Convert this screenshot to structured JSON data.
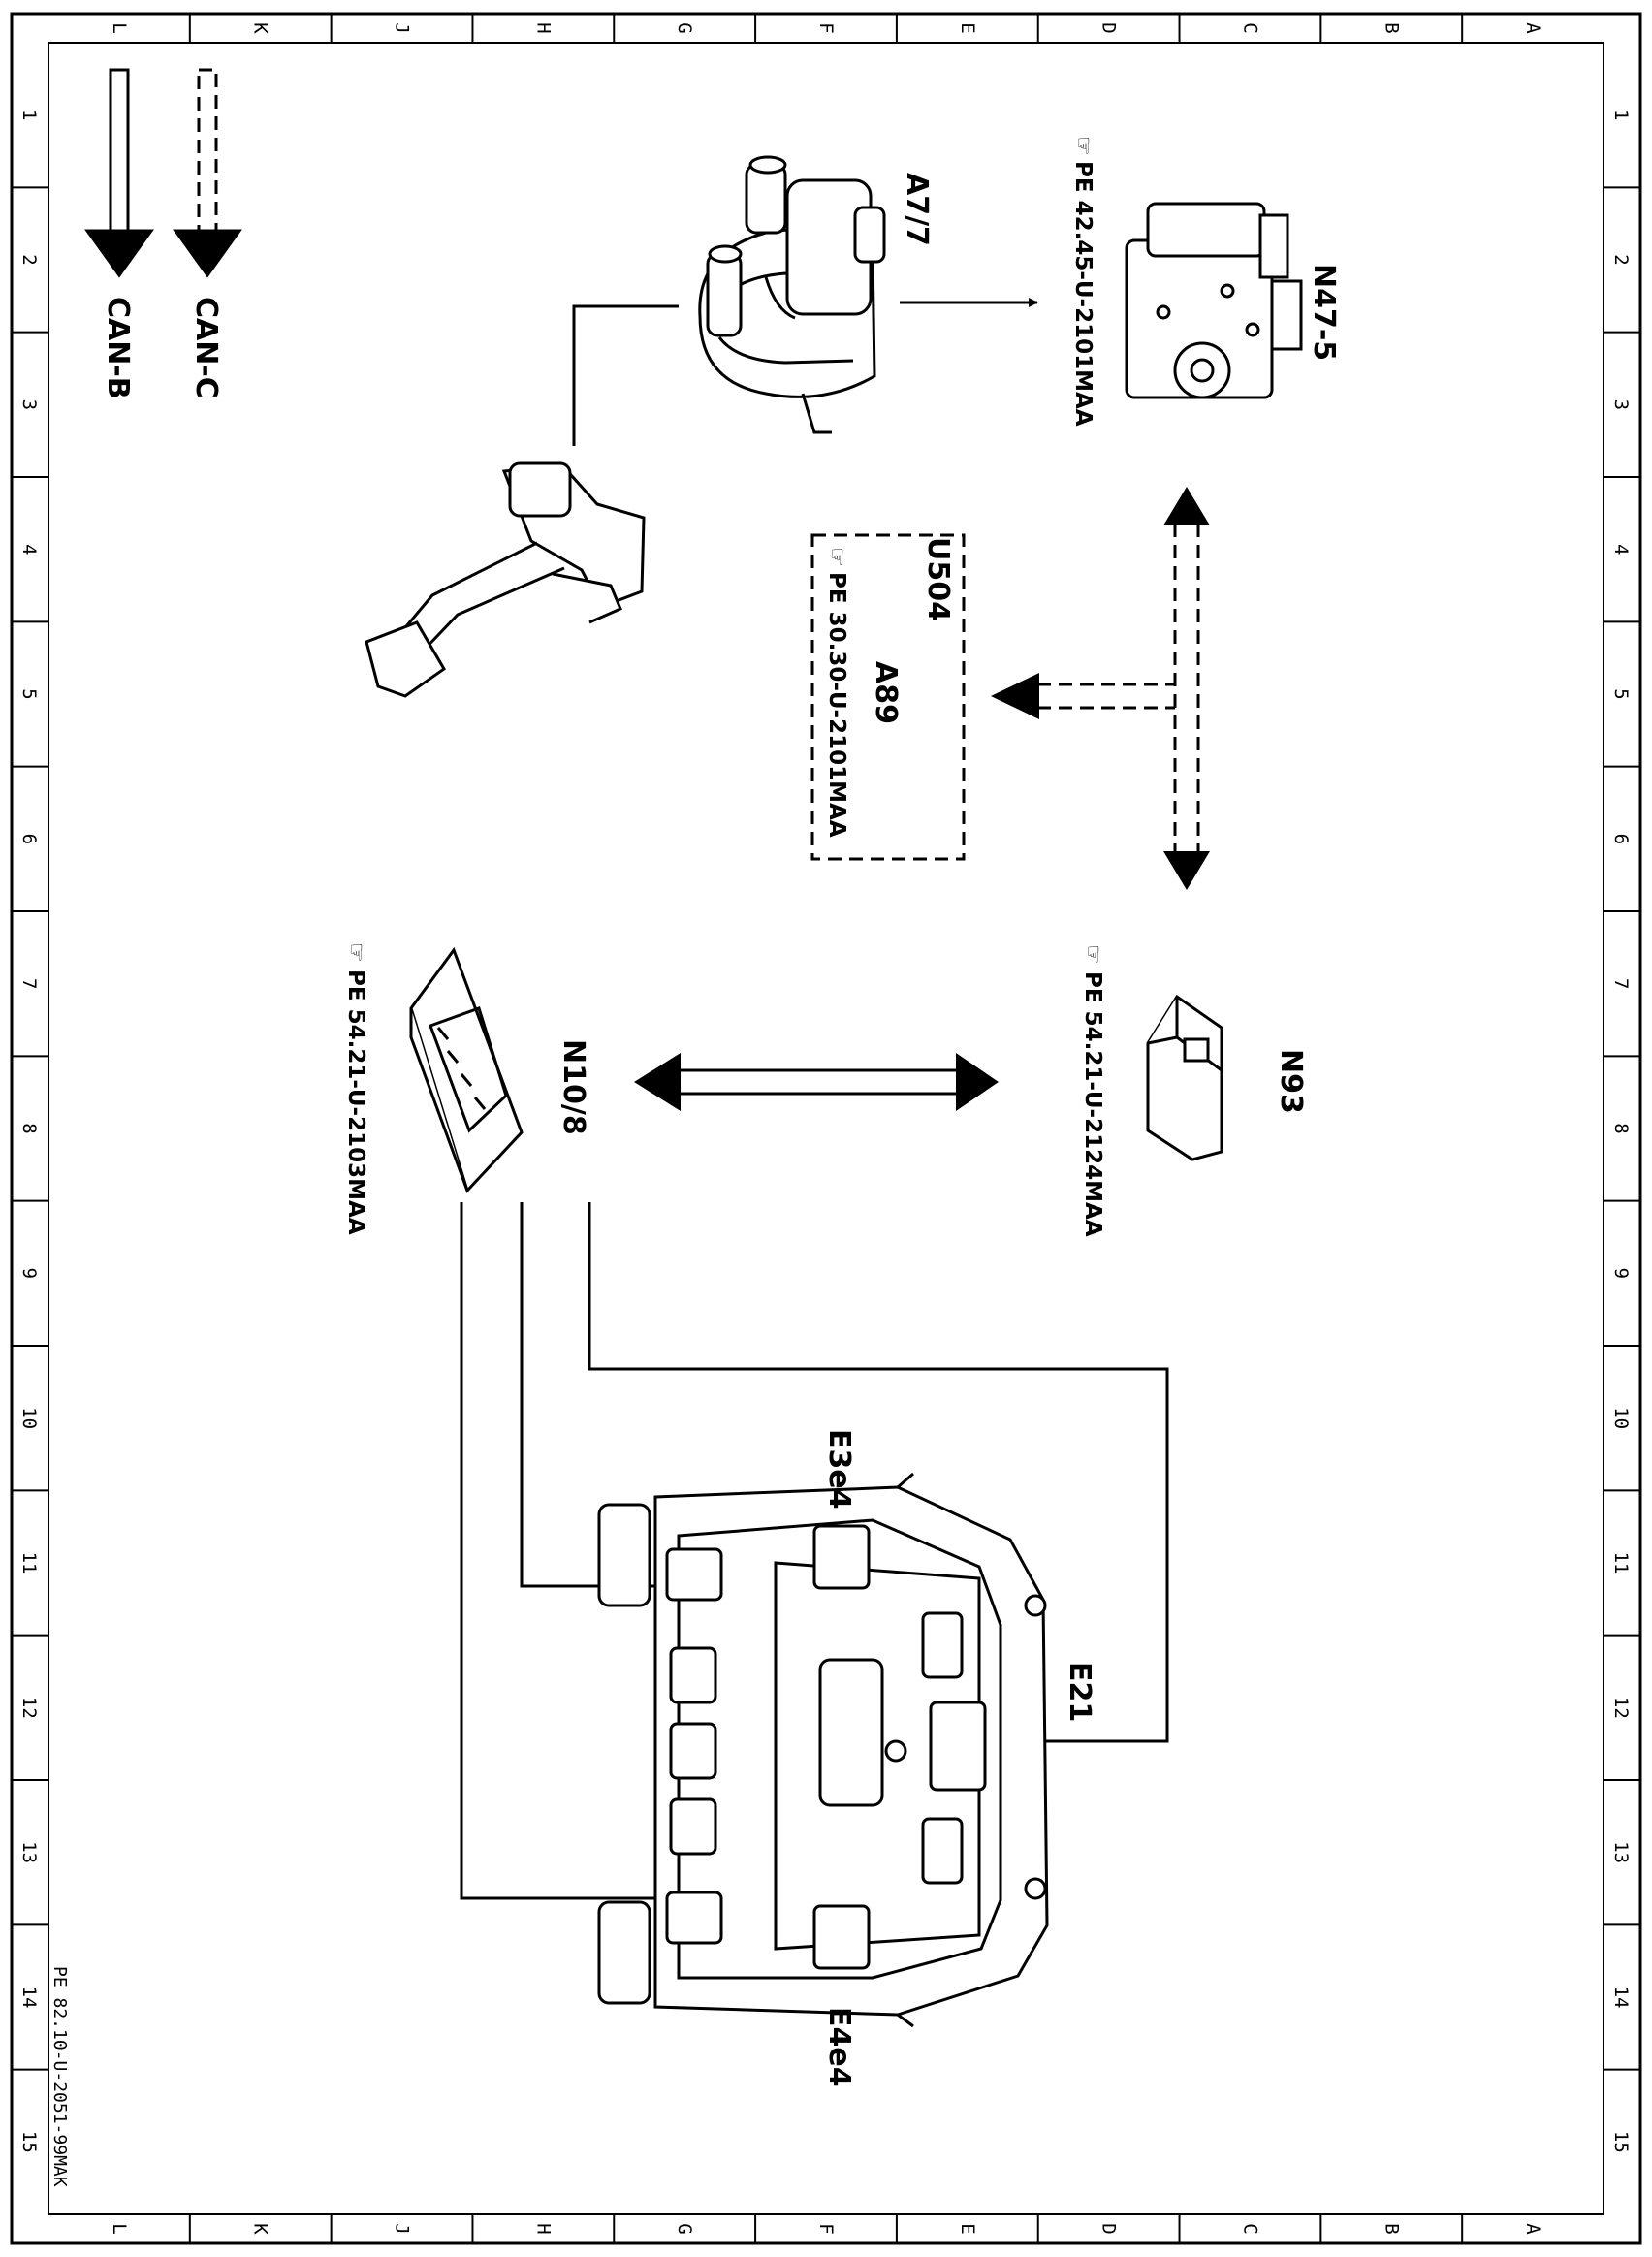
{
  "frame": {
    "col_letters": [
      "L",
      "K",
      "J",
      "H",
      "G",
      "F",
      "E",
      "D",
      "C",
      "B",
      "A"
    ],
    "row_numbers": [
      "1",
      "2",
      "3",
      "4",
      "5",
      "6",
      "7",
      "8",
      "9",
      "10",
      "11",
      "12",
      "13",
      "14",
      "15"
    ]
  },
  "legend": {
    "can_b": "CAN-B",
    "can_c": "CAN-C"
  },
  "components": {
    "a7_7": {
      "label": "A7/7"
    },
    "n47_5": {
      "label": "N47-5",
      "ref": "PE 42.45-U-2101MAA"
    },
    "u504": {
      "label": "U504",
      "sub": "A89",
      "ref": "PE 30.30-U-2101MAA"
    },
    "n93": {
      "label": "N93",
      "ref": "PE 54.21-U-2124MAA"
    },
    "n10_8": {
      "label": "N10/8",
      "ref": "PE 54.21-U-2103MAA"
    },
    "e3e4": {
      "label": "E3e4"
    },
    "e4e4": {
      "label": "E4e4"
    },
    "e21": {
      "label": "E21"
    }
  },
  "footer": "PE 82.10-U-2051-99MAK"
}
